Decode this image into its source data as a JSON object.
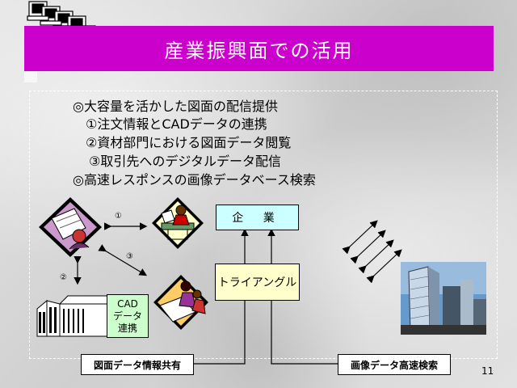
{
  "slide": {
    "title": "産業振興面での活用",
    "page_number": "11"
  },
  "bullets": [
    "◎大容量を活かした図面の配信提供",
    "①注文情報とCADデータの連携",
    "②資材部門における図面データ閲覧",
    "③取引先へのデジタルデータ配信",
    "◎高速レスポンスの画像データベース検索"
  ],
  "diagram": {
    "kigyo_label": "企 業",
    "triangle_label": "トライアングル",
    "cad_lines": [
      "CAD",
      "データ",
      "連携"
    ],
    "marker_1": "①",
    "marker_2": "②",
    "marker_3": "③",
    "share_label": "図面データ情報共有",
    "search_label": "画像データ高速検索"
  },
  "icons": {
    "top_left": "computer-stack-icon",
    "drawing": "drawing-person-icon",
    "worker": "worker-icon",
    "designers": "designers-icon",
    "factory": "factory-icon",
    "buildings": "buildings-photo-icon"
  }
}
